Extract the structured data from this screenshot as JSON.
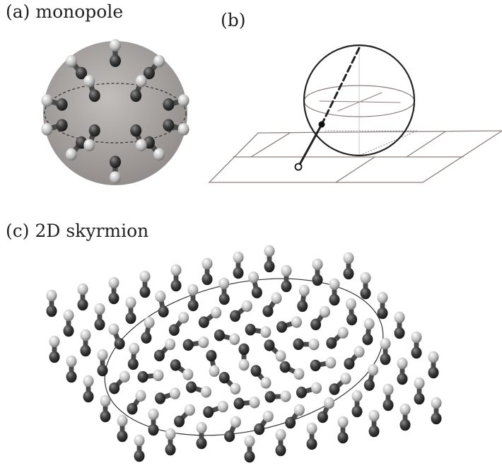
{
  "panels": {
    "a": {
      "label": "(a) monopole"
    },
    "b": {
      "label": "(b)"
    },
    "c": {
      "label": "(c) 2D skyrmion"
    }
  },
  "colors": {
    "sphere_fill": "#a9a4a2",
    "spin_light": "#c9c9c9",
    "spin_dark": "#2a2a2a",
    "line": "#333333",
    "plane": "#8a7f7a"
  }
}
